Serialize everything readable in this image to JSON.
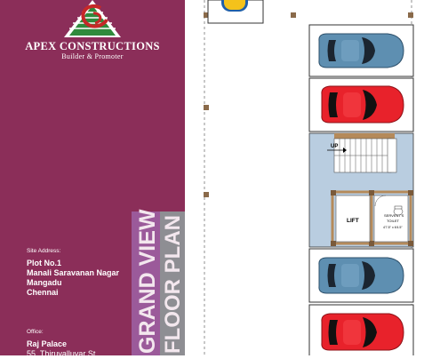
{
  "company": {
    "name": "APEX CONSTRUCTIONS",
    "tagline": "Builder & Promoter"
  },
  "site": {
    "label": "Site Address:",
    "lines": [
      "Plot No.1",
      "Manali Saravanan Nagar",
      "Mangadu",
      "Chennai"
    ]
  },
  "office": {
    "label": "Office:",
    "lines": [
      "Raj Palace",
      "55, Thiruvalluvar St"
    ]
  },
  "title": {
    "line1": "GRAND VIEW",
    "line2": "FLOOR PLAN"
  },
  "plan": {
    "stair_label": "UP",
    "lift_label": "LIFT",
    "toilet_label_1": "SERVENT'S",
    "toilet_label_2": "TOILET",
    "toilet_dim": "4'7.5\" x 6'4.5\""
  },
  "colors": {
    "panel": "#8b2e59",
    "stripe_purple": "#9b5a9a",
    "stripe_grey": "#8e8e93",
    "blue_car": "#5e8fb1",
    "red_car": "#e8222b",
    "circulation": "#b9cde0",
    "yellow_car": "#f4c21b"
  }
}
